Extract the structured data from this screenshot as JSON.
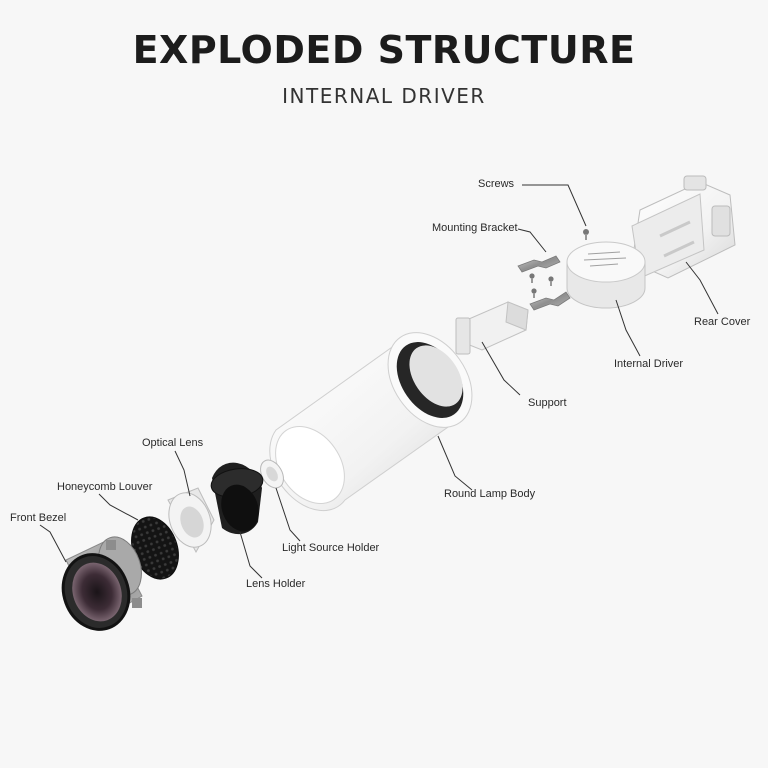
{
  "header": {
    "title": "EXPLODED STRUCTURE",
    "subtitle": "INTERNAL DRIVER"
  },
  "labels": {
    "screws": "Screws",
    "mounting_bracket": "Mounting Bracket",
    "rear_cover": "Rear Cover",
    "internal_driver": "Internal Driver",
    "support": "Support",
    "round_lamp_body": "Round Lamp Body",
    "optical_lens": "Optical Lens",
    "honeycomb_louver": "Honeycomb Louver",
    "front_bezel": "Front Bezel",
    "light_source_holder": "Light Source Holder",
    "lens_holder": "Lens Holder"
  },
  "colors": {
    "body": "#ffffff",
    "shadow": "#d9d9d9",
    "dark": "#1f1f1f",
    "metal": "#9a9a9a",
    "bezel_inner": "#4a3a44",
    "leader": "#333333"
  }
}
